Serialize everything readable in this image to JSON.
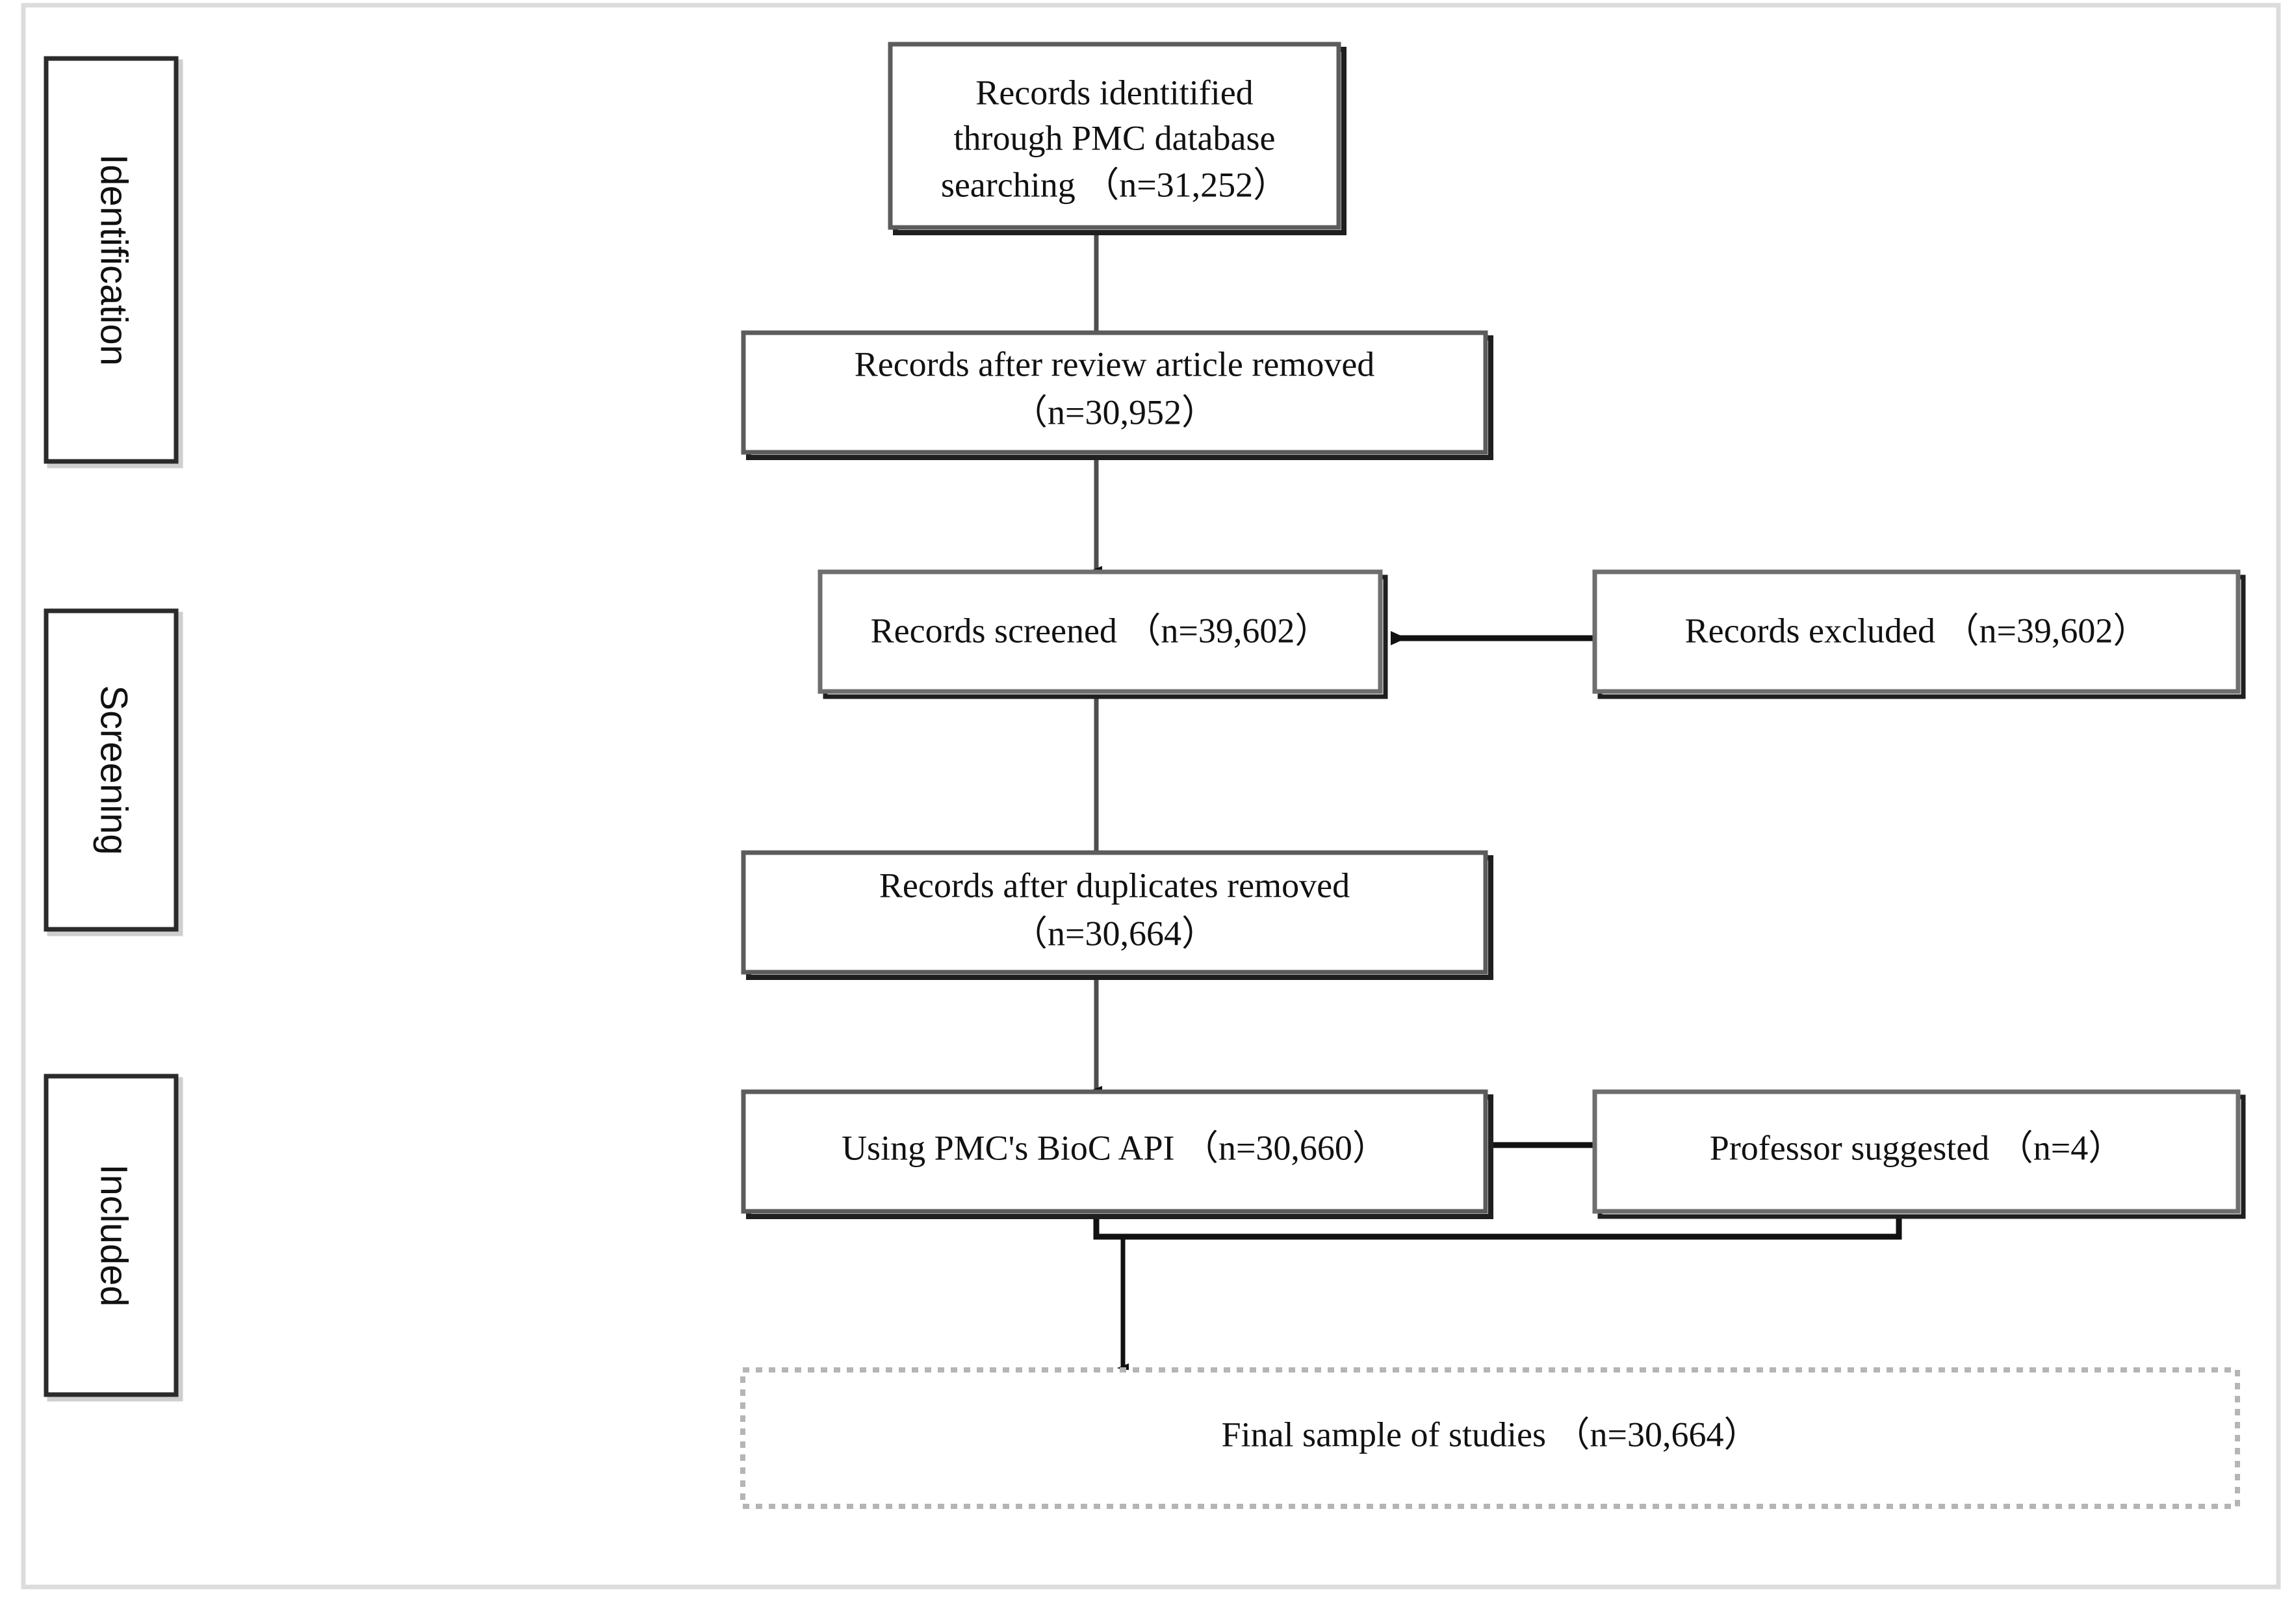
{
  "figure": {
    "type": "prisma-flow-diagram",
    "background_color": "#ffffff",
    "outer_frame_color": "#d9d9d9",
    "box_border_color": "#4a4a4a",
    "box_shadow_color": "#1a1a1a",
    "dashed_border_color": "#b5b5b5",
    "connector_color": "#1a1a1a",
    "text_color": "#111111"
  },
  "stages": [
    {
      "id": "identification",
      "label": "Identification"
    },
    {
      "id": "screening",
      "label": "Screening"
    },
    {
      "id": "included",
      "label": "Included"
    }
  ],
  "nodes": {
    "identified": {
      "id": "records-identified",
      "lines": [
        "Records identitified",
        "through PMC database",
        "searching （n=31,252）"
      ],
      "count": 31252,
      "border": "solid"
    },
    "review_removed": {
      "id": "records-after-review-article-removed",
      "lines": [
        "Records after review article removed",
        "（n=30,952）"
      ],
      "count": 30952,
      "border": "solid"
    },
    "screened": {
      "id": "records-screened",
      "lines": [
        "Records screened （n=39,602）"
      ],
      "count": 39602,
      "border": "solid"
    },
    "excluded": {
      "id": "records-excluded",
      "lines": [
        "Records excluded （n=39,602）"
      ],
      "count": 39602,
      "border": "solid"
    },
    "duplicates_removed": {
      "id": "records-after-duplicates-removed",
      "lines": [
        "Records after duplicates removed",
        "（n=30,664）"
      ],
      "count": 30664,
      "border": "solid"
    },
    "bioc_api": {
      "id": "using-pmc-bioc-api",
      "lines": [
        "Using PMC's BioC API （n=30,660）"
      ],
      "count": 30660,
      "border": "solid"
    },
    "professor": {
      "id": "professor-suggested",
      "lines": [
        "Professor suggested （n=4）"
      ],
      "count": 4,
      "border": "solid"
    },
    "final_sample": {
      "id": "final-sample-of-studies",
      "lines": [
        "Final sample of studies （n=30,664）"
      ],
      "count": 30664,
      "border": "dashed"
    }
  },
  "edges": [
    {
      "id": "identified-to-review-removed",
      "from": "identified",
      "to": "review_removed",
      "direction": "down"
    },
    {
      "id": "review-removed-to-screened",
      "from": "review_removed",
      "to": "screened",
      "direction": "down"
    },
    {
      "id": "excluded-to-screened",
      "from": "excluded",
      "to": "screened",
      "direction": "left"
    },
    {
      "id": "screened-to-duplicates-removed",
      "from": "screened",
      "to": "duplicates_removed",
      "direction": "down"
    },
    {
      "id": "duplicates-removed-to-bioc-api",
      "from": "duplicates_removed",
      "to": "bioc_api",
      "direction": "down"
    },
    {
      "id": "professor-to-bioc-api",
      "from": "professor",
      "to": "bioc_api",
      "direction": "left"
    },
    {
      "id": "bioc-and-professor-to-final-sample",
      "from": "bioc_api+professor",
      "to": "final_sample",
      "direction": "down-merge"
    }
  ]
}
